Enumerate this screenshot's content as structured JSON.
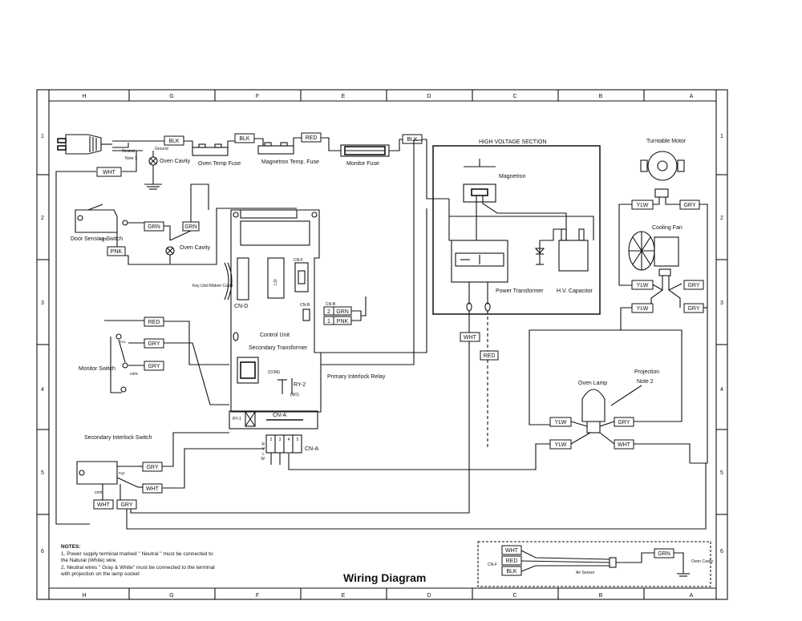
{
  "diagram": {
    "title": "Wiring Diagram",
    "border_columns_top": [
      "H",
      "G",
      "F",
      "E",
      "D",
      "C",
      "B",
      "A"
    ],
    "border_columns_bottom": [
      "H",
      "G",
      "F",
      "E",
      "D",
      "C",
      "B",
      "A"
    ],
    "border_rows": [
      "1",
      "2",
      "3",
      "4",
      "5",
      "6"
    ],
    "wire_colors": {
      "BLK": "BLK",
      "RED": "RED",
      "WHT": "WHT",
      "GRN": "GRN",
      "PNK": "PNK",
      "GRY": "GRY",
      "YLW": "YLW"
    },
    "labels": {
      "neutral": "Neutral",
      "note1": "Note 1",
      "ground": "Ground",
      "oven_cavity_1": "Oven Cavity",
      "oven_temp_fuse": "Oven Temp Fuse",
      "magnetron_temp_fuse": "Magnetron Temp. Fuse",
      "monitor_fuse": "Monitor Fuse",
      "high_voltage_section": "HIGH VOLTAGE SECTION",
      "magnetron": "Magnetron",
      "power_transformer": "Power Transformer",
      "hv_capacitor": "H.V. Capacitor",
      "turntable_motor": "Turntable Motor",
      "cooling_fan": "Cooling Fan",
      "door_sensing_switch": "Door Sensing Switch",
      "oven_cavity_2": "Oven Cavity",
      "com": "com.",
      "key_unit_ribbon_cable": "Key Unit Ribbon Cable",
      "cn_d": "CN-D",
      "lsi": "LSI",
      "cn_f": "CN-F",
      "cn_b_left": "CN-B",
      "cn_b_right": "CN-B",
      "control_unit": "Control Unit",
      "monitor_switch": "Monitor Switch",
      "nc": "n.c.",
      "com2": "com.",
      "secondary_transformer": "Secondary Transformer",
      "com3": "(COM)",
      "ry2": "RY-2",
      "no1": "(NO)",
      "primary_interlock_relay": "Primary Interlock Relay",
      "ry1": "RY-1",
      "cn_a_top": "CN-A",
      "cn_a_side": "CN-A",
      "cn_a_pins": [
        "2",
        "3",
        "4",
        "5"
      ],
      "cn_a_letters": [
        "R",
        "Y",
        "L",
        "W"
      ],
      "secondary_interlock_switch": "Secondary Interlock Switch",
      "np": "n.p.",
      "com4": "com.",
      "oven_lamp": "Oven Lamp",
      "projection": "Projection",
      "note2": "Note 2",
      "cn_f_bottom": "CN-F",
      "air_sensor": "Air Sensor",
      "oven_cavity_3": "Oven Cavity",
      "pin_2": "2",
      "pin_1": "1"
    },
    "notes": {
      "heading": "NOTES:",
      "items": [
        "1.  Power supply terminal marked \" Neutral \" must be connected to",
        "     the Natural (White) wire.",
        "2.  Neutral wires \" Gray & White\" must be connected to the terminal",
        "     with projection on the lamp socket"
      ]
    }
  }
}
